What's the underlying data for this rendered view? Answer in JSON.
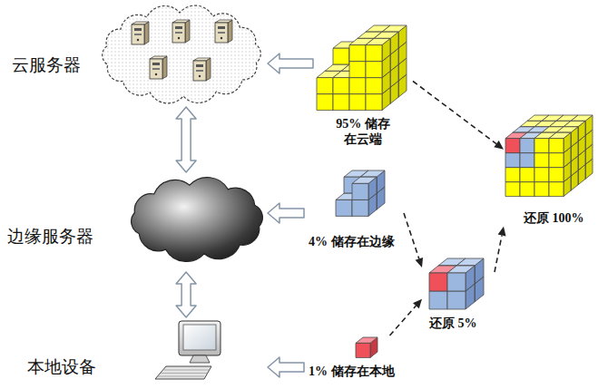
{
  "diagram": {
    "nodes": [
      {
        "text": [
          "云服务器"
        ]
      },
      {
        "text": [
          "边缘服务器"
        ]
      },
      {
        "text": [
          "本地设备"
        ]
      },
      {
        "text": [
          "95% 储存 在云端"
        ]
      },
      {
        "text": [
          "4% 储存在边缘"
        ]
      },
      {
        "text": [
          "1% 储存在本地"
        ]
      },
      {
        "text": [
          "还原 5%"
        ]
      },
      {
        "text": [
          "还原 100%"
        ]
      }
    ],
    "edges": [
      {
        "from": 0,
        "to": 1,
        "arrow": "both"
      },
      {
        "from": 1,
        "to": 2,
        "arrow": "both"
      },
      {
        "from": 3,
        "to": 0,
        "arrow": "to"
      },
      {
        "from": 4,
        "to": 1,
        "arrow": "to"
      },
      {
        "from": 5,
        "to": 2,
        "arrow": "to"
      },
      {
        "from": 3,
        "to": 7,
        "arrow": "to"
      },
      {
        "from": 4,
        "to": 6,
        "arrow": "to"
      },
      {
        "from": 5,
        "to": 6,
        "arrow": "to"
      },
      {
        "from": 6,
        "to": 7,
        "arrow": "to"
      }
    ]
  }
}
